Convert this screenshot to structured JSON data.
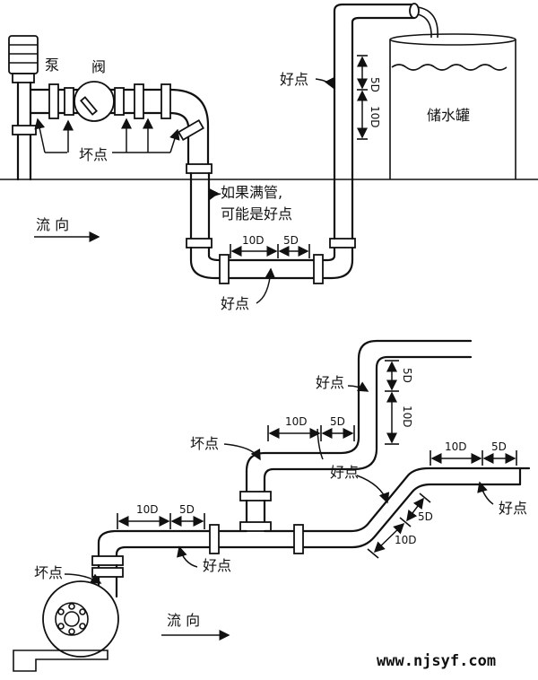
{
  "top": {
    "pump_label": "泵",
    "valve_label": "阀",
    "bad_label": "坏点",
    "good_label_top": "好点",
    "good_label_bottom": "好点",
    "full_pipe_line1": "如果满管,",
    "full_pipe_line2": "可能是好点",
    "tank_label": "储水罐",
    "flow_label": "流 向",
    "dim_10d": "10D",
    "dim_5d": "5D",
    "vdim_5d": "5D",
    "vdim_10d": "10D"
  },
  "bottom": {
    "bad_label_upper": "坏点",
    "bad_label_pump": "坏点",
    "good_label_vertical": "好点",
    "good_label_slope": "好点",
    "good_label_horizontal": "好点",
    "good_label_right": "好点",
    "flow_label": "流 向",
    "dim_10d_a": "10D",
    "dim_5d_a": "5D",
    "dim_10d_b": "10D",
    "dim_5d_b": "5D",
    "dim_10d_c": "10D",
    "dim_5d_c": "5D",
    "vdim_5d": "5D",
    "vdim_10d": "10D",
    "slope_5d": "5D",
    "slope_10d": "10D"
  },
  "watermark": "www.njsyf.com"
}
